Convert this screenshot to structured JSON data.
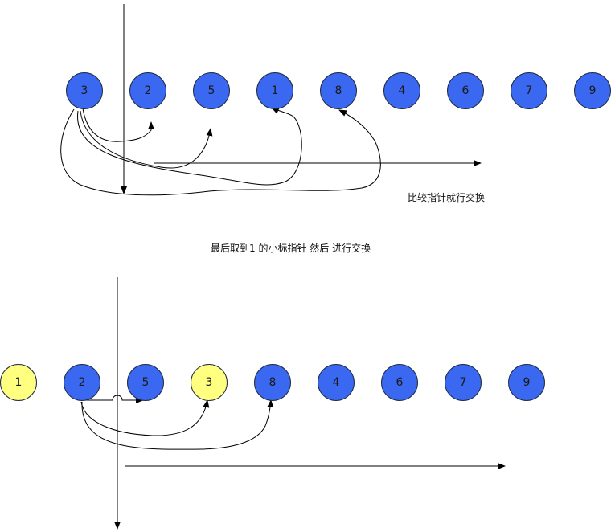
{
  "colors": {
    "node_blue": "#3a68f0",
    "node_yellow": "#ffff80",
    "stroke": "#1f2a44"
  },
  "diagram_top": {
    "nodes": [
      {
        "label": "3",
        "color": "blue"
      },
      {
        "label": "2",
        "color": "blue"
      },
      {
        "label": "5",
        "color": "blue"
      },
      {
        "label": "1",
        "color": "blue"
      },
      {
        "label": "8",
        "color": "blue"
      },
      {
        "label": "4",
        "color": "blue"
      },
      {
        "label": "6",
        "color": "blue"
      },
      {
        "label": "7",
        "color": "blue"
      },
      {
        "label": "9",
        "color": "blue"
      }
    ],
    "caption": "比较指针就行交换"
  },
  "middle_caption": "最后取到1 的小标指针 然后 进行交换",
  "diagram_bottom": {
    "nodes": [
      {
        "label": "1",
        "color": "yellow"
      },
      {
        "label": "2",
        "color": "blue"
      },
      {
        "label": "5",
        "color": "blue"
      },
      {
        "label": "3",
        "color": "yellow"
      },
      {
        "label": "8",
        "color": "blue"
      },
      {
        "label": "4",
        "color": "blue"
      },
      {
        "label": "6",
        "color": "blue"
      },
      {
        "label": "7",
        "color": "blue"
      },
      {
        "label": "9",
        "color": "blue"
      }
    ]
  }
}
